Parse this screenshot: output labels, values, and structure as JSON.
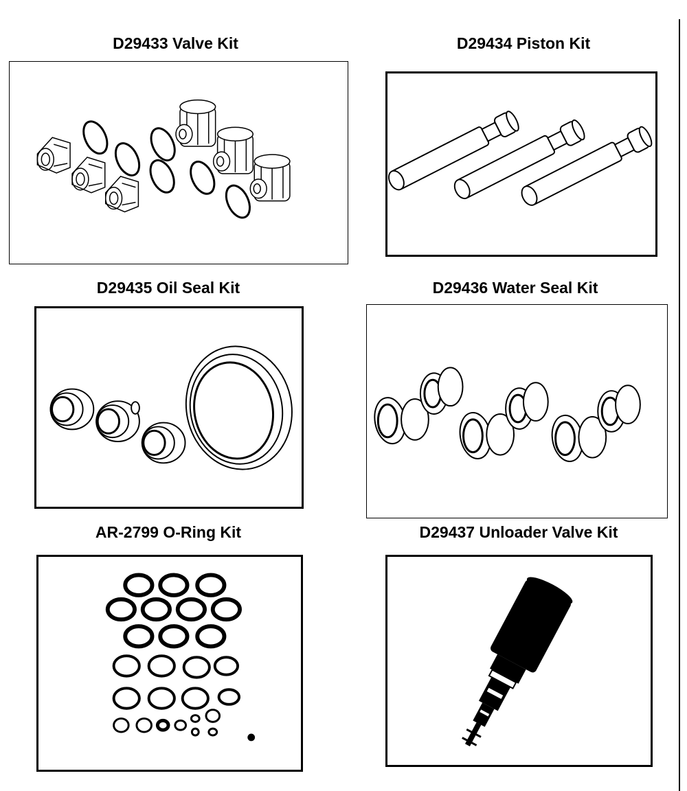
{
  "kits": [
    {
      "part": "D29433",
      "name": "Valve Kit",
      "title": "D29433 Valve Kit",
      "illustration_icon": "valve-kit-icon"
    },
    {
      "part": "D29434",
      "name": "Piston Kit",
      "title": "D29434 Piston Kit",
      "illustration_icon": "piston-kit-icon"
    },
    {
      "part": "D29435",
      "name": "Oil Seal Kit",
      "title": "D29435 Oil Seal Kit",
      "illustration_icon": "oil-seal-kit-icon"
    },
    {
      "part": "D29436",
      "name": "Water Seal Kit",
      "title": "D29436 Water Seal Kit",
      "illustration_icon": "water-seal-kit-icon"
    },
    {
      "part": "AR-2799",
      "name": "O-Ring Kit",
      "title": "AR-2799 O-Ring Kit",
      "illustration_icon": "o-ring-kit-icon"
    },
    {
      "part": "D29437",
      "name": "Unloader Valve Kit",
      "title": "D29437 Unloader Valve Kit",
      "illustration_icon": "unloader-valve-kit-icon"
    }
  ]
}
